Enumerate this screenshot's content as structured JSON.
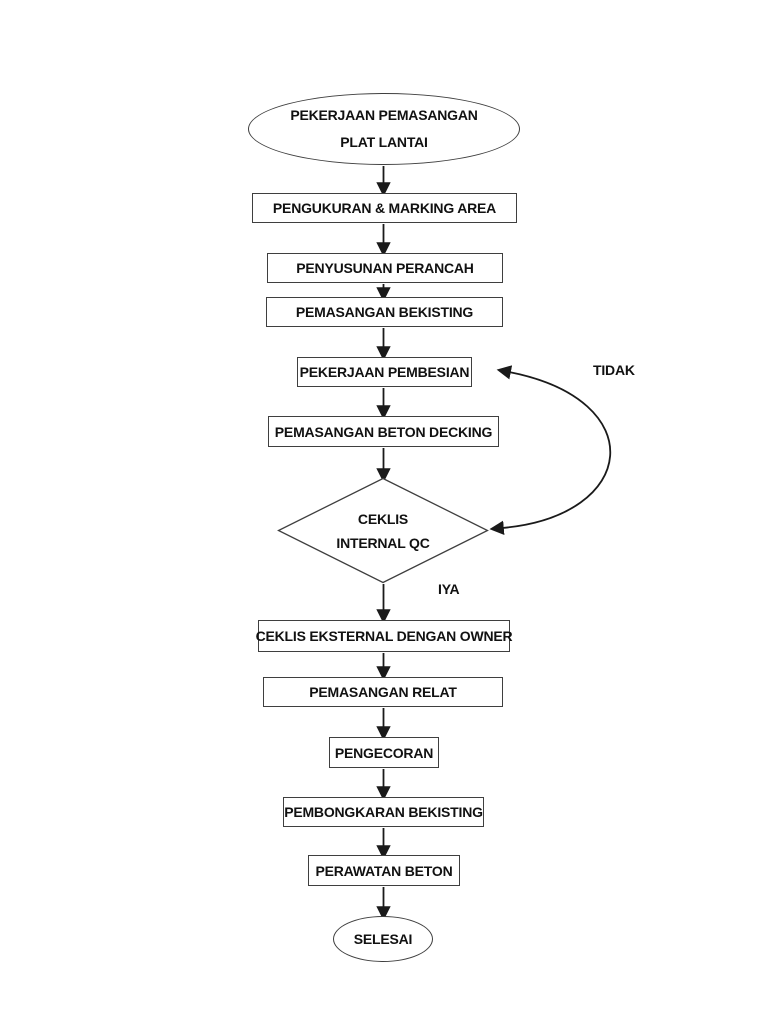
{
  "colors": {
    "background": "#ffffff",
    "line": "#1a1a1a",
    "shape_border": "#3f3f3f",
    "text": "#111111"
  },
  "flowchart": {
    "start": {
      "line1": "PEKERJAAN PEMASANGAN",
      "line2": "PLAT LANTAI"
    },
    "steps": [
      {
        "label": "PENGUKURAN & MARKING AREA"
      },
      {
        "label": "PENYUSUNAN PERANCAH"
      },
      {
        "label": "PEMASANGAN BEKISTING"
      },
      {
        "label": "PEKERJAAN PEMBESIAN"
      },
      {
        "label": "PEMASANGAN BETON DECKING"
      },
      {
        "label": "CEKLIS EKSTERNAL DENGAN OWNER"
      },
      {
        "label": "PEMASANGAN RELAT"
      },
      {
        "label": "PENGECORAN"
      },
      {
        "label": "PEMBONGKARAN BEKISTING"
      },
      {
        "label": "PERAWATAN BETON"
      }
    ],
    "decision": {
      "line1": "CEKLIS",
      "line2": "INTERNAL QC"
    },
    "branch_labels": {
      "no": "TIDAK",
      "yes": "IYA"
    },
    "end": {
      "label": "SELESAI"
    }
  }
}
